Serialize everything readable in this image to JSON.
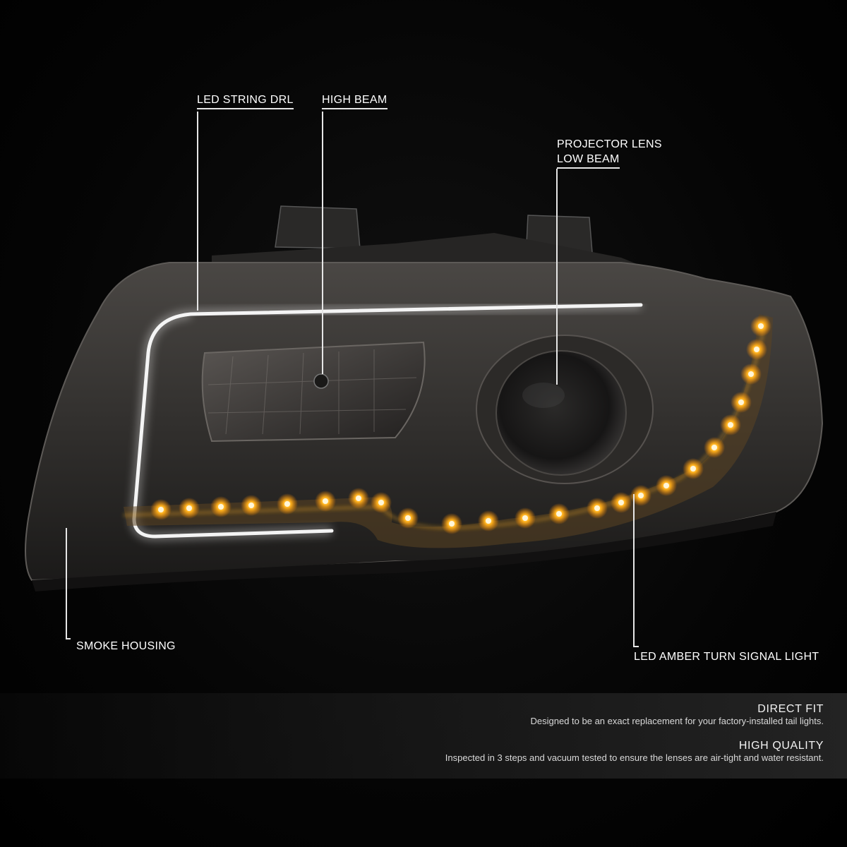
{
  "callouts": {
    "drl": "LED STRING DRL",
    "high_beam": "HIGH BEAM",
    "projector_line1": "PROJECTOR LENS",
    "projector_line2": "LOW BEAM",
    "smoke_housing": "SMOKE HOUSING",
    "turn_signal": "LED AMBER TURN SIGNAL LIGHT"
  },
  "features": [
    {
      "title": "DIRECT FIT",
      "description": "Designed to be an exact replacement for your factory-installed tail lights."
    },
    {
      "title": "HIGH QUALITY",
      "description": "Inspected in 3 steps and vacuum tested to ensure the lenses are air-tight and water resistant."
    }
  ],
  "colors": {
    "background": "#000000",
    "housing": "#3a3836",
    "drl_glow": "#ffffff",
    "amber_led": "#ffb21e",
    "callout_line": "#e6e6e6"
  }
}
